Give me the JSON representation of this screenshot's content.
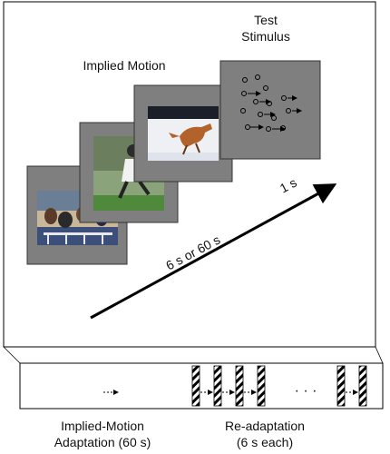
{
  "labels": {
    "test_stimulus_line1": "Test",
    "test_stimulus_line2": "Stimulus",
    "implied_motion": "Implied Motion",
    "one_second": "1 s",
    "six_or_sixty": "6 s or 60 s",
    "ellipsis": "· · ·",
    "adaptation_line1": "Implied-Motion",
    "adaptation_line2": "Adaptation (60 s)",
    "readaptation_line1": "Re-adaptation",
    "readaptation_line2": "(6 s each)"
  },
  "colors": {
    "frame_gray": "#7f7f7f",
    "arrow": "#000000"
  },
  "images": [
    {
      "name": "hurdlers-photo-icon"
    },
    {
      "name": "football-player-photo-icon"
    },
    {
      "name": "fox-jumping-photo-icon"
    }
  ]
}
